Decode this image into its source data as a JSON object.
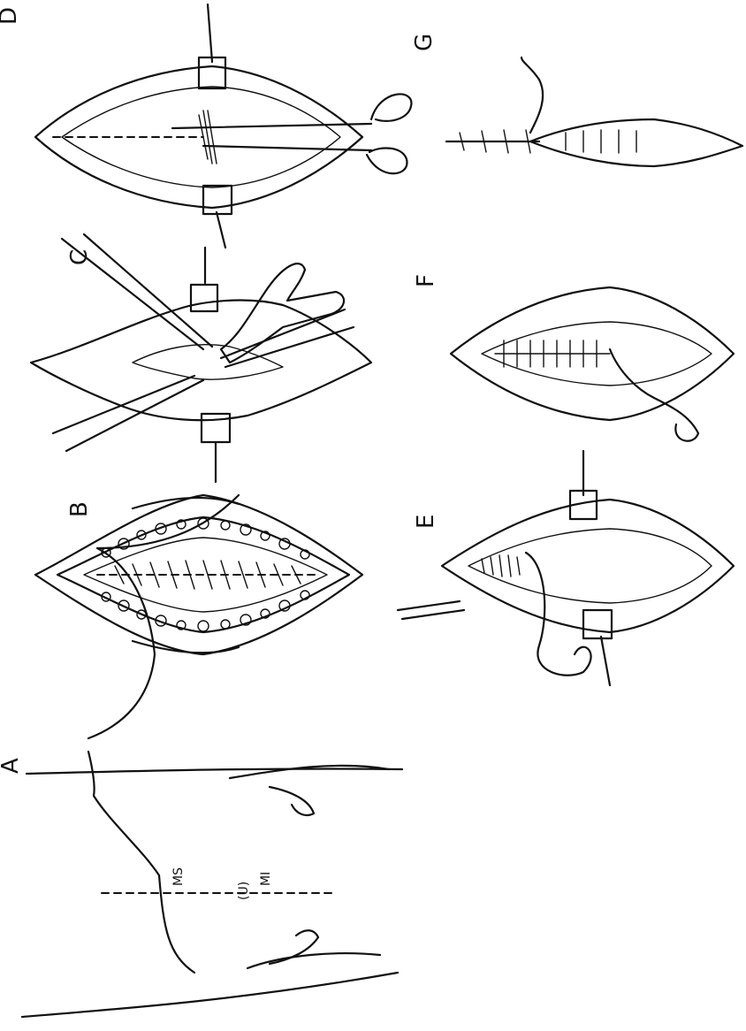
{
  "panels": [
    {
      "id": "A",
      "label": "A",
      "labels": {
        "upper": "MS",
        "umbilicus": "(U)",
        "lower": "MI"
      }
    },
    {
      "id": "B",
      "label": "B"
    },
    {
      "id": "C",
      "label": "C"
    },
    {
      "id": "D",
      "label": "D"
    },
    {
      "id": "E",
      "label": "E"
    },
    {
      "id": "F",
      "label": "F"
    },
    {
      "id": "G",
      "label": "G"
    }
  ]
}
